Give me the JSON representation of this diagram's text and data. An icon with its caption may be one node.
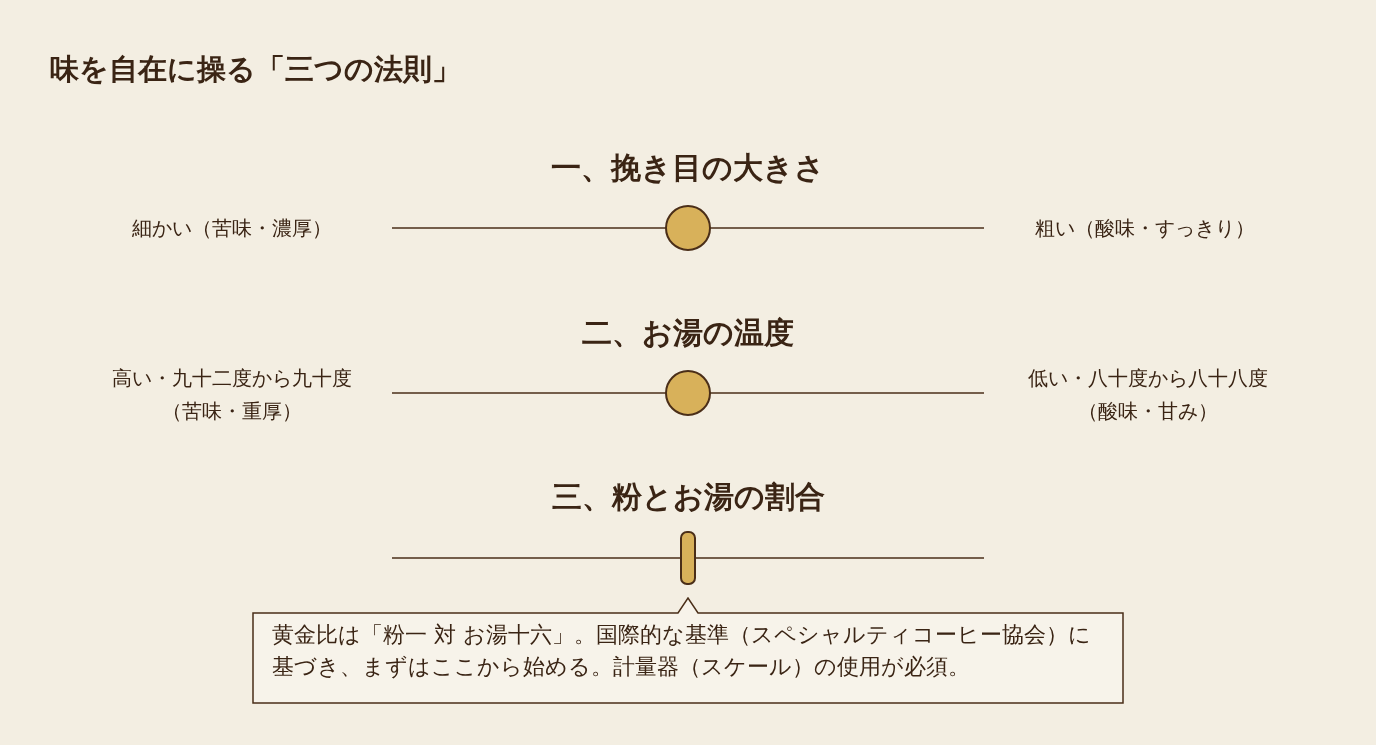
{
  "diagram": {
    "title": "味を自在に操る「三つの法則」",
    "nodes": [
      {
        "text": [
          "黄金比は「粉一 対 お湯十六」。国際的な基準（スペシャルティコーヒー協会）に基づき、まずはここから始める。計量器（スケール）の使用が必須。"
        ]
      }
    ],
    "labels": [
      "一、挽き目の大きさ",
      "細かい（苦味・濃厚）",
      "粗い（酸味・すっきり）",
      "二、お湯の温度",
      "高い・九十二度から九十度",
      "低い・八十度から八十八度",
      "（苦味・重厚）",
      "（酸味・甘み）",
      "三、粉とお湯の割合"
    ]
  }
}
